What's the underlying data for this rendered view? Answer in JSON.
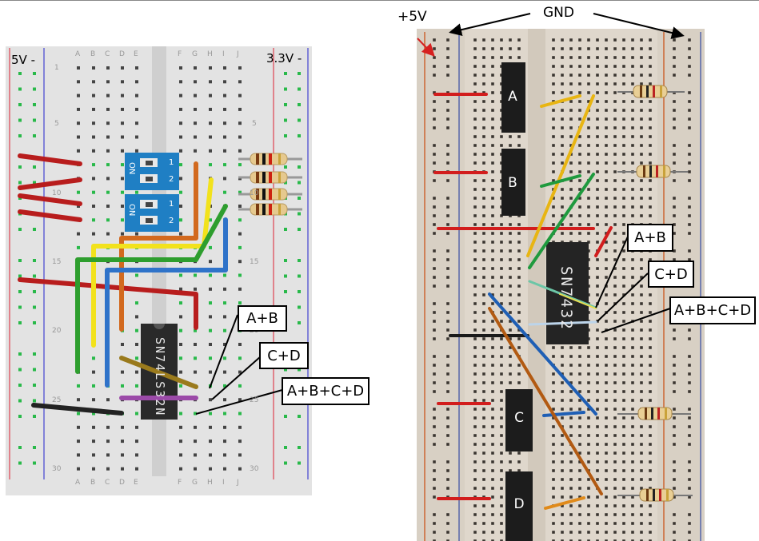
{
  "left_board": {
    "rail_left_label": "5V -",
    "rail_right_label": "3.3V -",
    "col_letters_left": [
      "A",
      "B",
      "C",
      "D",
      "E"
    ],
    "col_letters_right": [
      "F",
      "G",
      "H",
      "I",
      "J"
    ],
    "row_numbers": [
      "1",
      "5",
      "10",
      "15",
      "20",
      "25",
      "30"
    ],
    "switch_on_label": "ON",
    "switch_numbers": [
      "1",
      "2"
    ],
    "chip_label": "SN74LS32N",
    "callouts": {
      "ab": "A+B",
      "cd": "C+D",
      "abcd": "A+B+C+D"
    }
  },
  "right_photo": {
    "plus5v_label": "+5V",
    "gnd_label": "GND",
    "chip_label": "SN7432",
    "button_labels": [
      "A",
      "B",
      "C",
      "D"
    ],
    "callouts": {
      "ab": "A+B",
      "cd": "C+D",
      "abcd": "A+B+C+D"
    }
  },
  "colors": {
    "red_wire": "#b81d1d",
    "orange_wire": "#d2691e",
    "yellow_wire": "#f2e21c",
    "green_wire": "#2e9e2e",
    "blue_wire": "#2f73c9",
    "black_wire": "#222222",
    "purple_wire": "#9b4aa8",
    "olive_wire": "#9a7a1c",
    "switch_blue": "#1f7fc4",
    "hole_green": "#29b94a"
  }
}
